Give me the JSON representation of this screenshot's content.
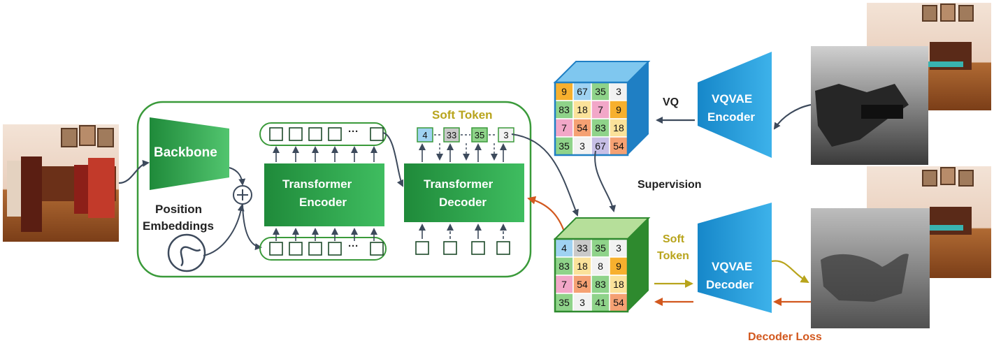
{
  "labels": {
    "backbone": "Backbone",
    "position_embeddings_line1": "Position",
    "position_embeddings_line2": "Embeddings",
    "transformer_encoder_line1": "Transformer",
    "transformer_encoder_line2": "Encoder",
    "transformer_decoder_line1": "Transformer",
    "transformer_decoder_line2": "Decoder",
    "soft_token_top": "Soft Token",
    "soft_token_right_line1": "Soft",
    "soft_token_right_line2": "Token",
    "vq": "VQ",
    "supervision": "Supervision",
    "vqvae_encoder_line1": "VQVAE",
    "vqvae_encoder_line2": "Encoder",
    "vqvae_decoder_line1": "VQVAE",
    "vqvae_decoder_line2": "Decoder",
    "decoder_loss": "Decoder Loss",
    "ellipsis": "···"
  },
  "soft_tokens": [
    "4",
    "33",
    "35",
    "3"
  ],
  "top_grid": [
    [
      "9",
      "67",
      "35",
      "3"
    ],
    [
      "83",
      "18",
      "7",
      "9"
    ],
    [
      "7",
      "54",
      "83",
      "18"
    ],
    [
      "35",
      "3",
      "67",
      "54"
    ]
  ],
  "bottom_grid": [
    [
      "4",
      "33",
      "35",
      "3"
    ],
    [
      "83",
      "18",
      "8",
      "9"
    ],
    [
      "7",
      "54",
      "83",
      "18"
    ],
    [
      "35",
      "3",
      "41",
      "54"
    ]
  ],
  "colors": {
    "green_dark": "#1f8a3a",
    "green_mid": "#2ea84b",
    "green_light": "#4cc46a",
    "frame_green": "#3a9a3a",
    "vqvae_blue": "#1f9ad6",
    "cube_blue_top": "#7fc7ef",
    "cube_green_top": "#b6df9a",
    "soft_token_gold": "#b8a41c",
    "loss_orange": "#d2581e",
    "arrow_dark": "#3d4a5c",
    "cell_palette": {
      "orange": "#f7b02e",
      "blue": "#9fd2f2",
      "green": "#8fd38a",
      "pink": "#f2a7c8",
      "lavender": "#c7bfe6",
      "light_yellow": "#fbe29a",
      "grey": "#c9c9c9",
      "salmon": "#f5a173",
      "light": "#f2f2f2"
    }
  }
}
